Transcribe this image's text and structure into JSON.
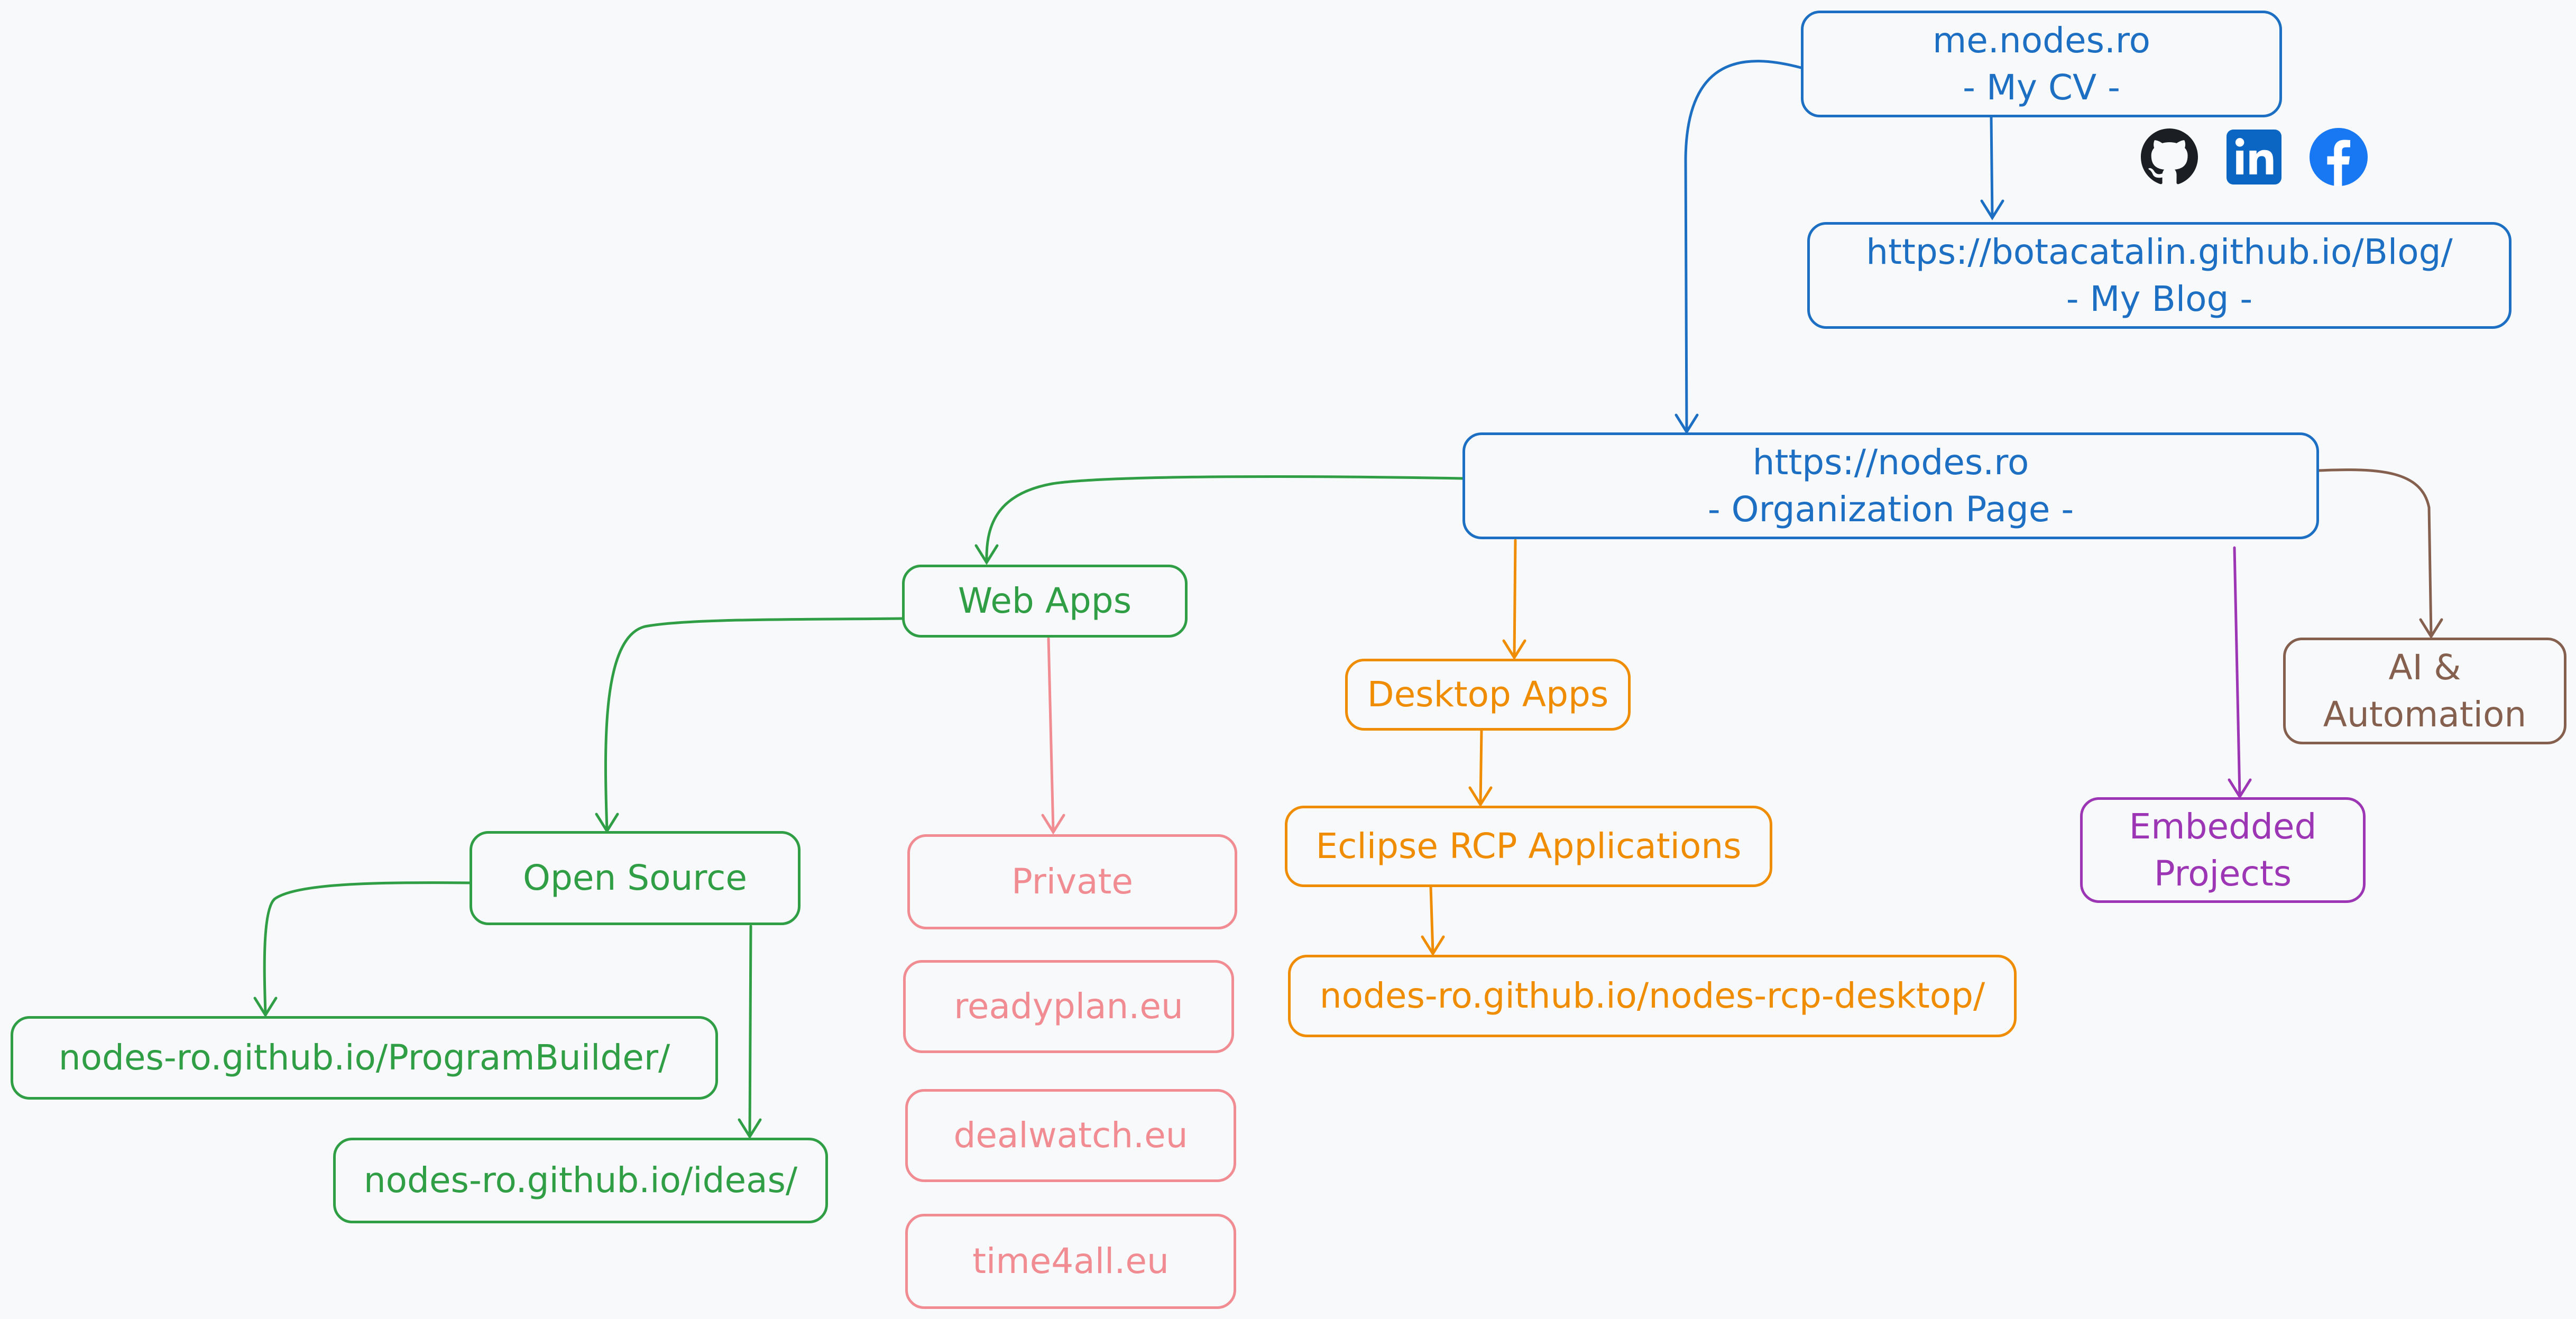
{
  "colors": {
    "blue": "#1c6fc2",
    "green": "#2f9e44",
    "pink": "#f08c92",
    "orange": "#f08c00",
    "purple": "#9c36b5",
    "brown": "#86604f",
    "background": "#f8f9fb"
  },
  "nodes": {
    "cv": {
      "line1": "me.nodes.ro",
      "line2": "- My CV -"
    },
    "blog": {
      "line1": "https://botacatalin.github.io/Blog/",
      "line2": "- My Blog -"
    },
    "org": {
      "line1": "https://nodes.ro",
      "line2": "- Organization Page -"
    },
    "web_apps": {
      "label": "Web Apps"
    },
    "desktop_apps": {
      "label": "Desktop Apps"
    },
    "ai": {
      "line1": "AI &",
      "line2": "Automation"
    },
    "embedded": {
      "line1": "Embedded",
      "line2": "Projects"
    },
    "open_source": {
      "label": "Open Source"
    },
    "private": {
      "label": "Private"
    },
    "eclipse": {
      "label": "Eclipse RCP Applications"
    },
    "program_builder": {
      "label": "nodes-ro.github.io/ProgramBuilder/"
    },
    "ideas": {
      "label": "nodes-ro.github.io/ideas/"
    },
    "readyplan": {
      "label": "readyplan.eu"
    },
    "dealwatch": {
      "label": "dealwatch.eu"
    },
    "time4all": {
      "label": "time4all.eu"
    },
    "rcp_desktop": {
      "label": "nodes-ro.github.io/nodes-rcp-desktop/"
    }
  },
  "icons": {
    "github": "github-icon",
    "linkedin": "linkedin-icon",
    "facebook": "facebook-icon"
  }
}
